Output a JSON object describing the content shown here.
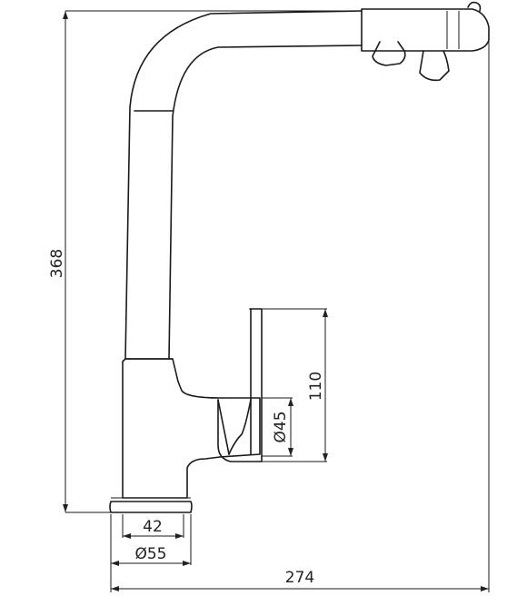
{
  "dimensions": {
    "height_total": "368",
    "handle_height": "110",
    "handle_diameter": "Ø45",
    "base_width": "42",
    "base_diameter": "Ø55",
    "reach": "274"
  }
}
